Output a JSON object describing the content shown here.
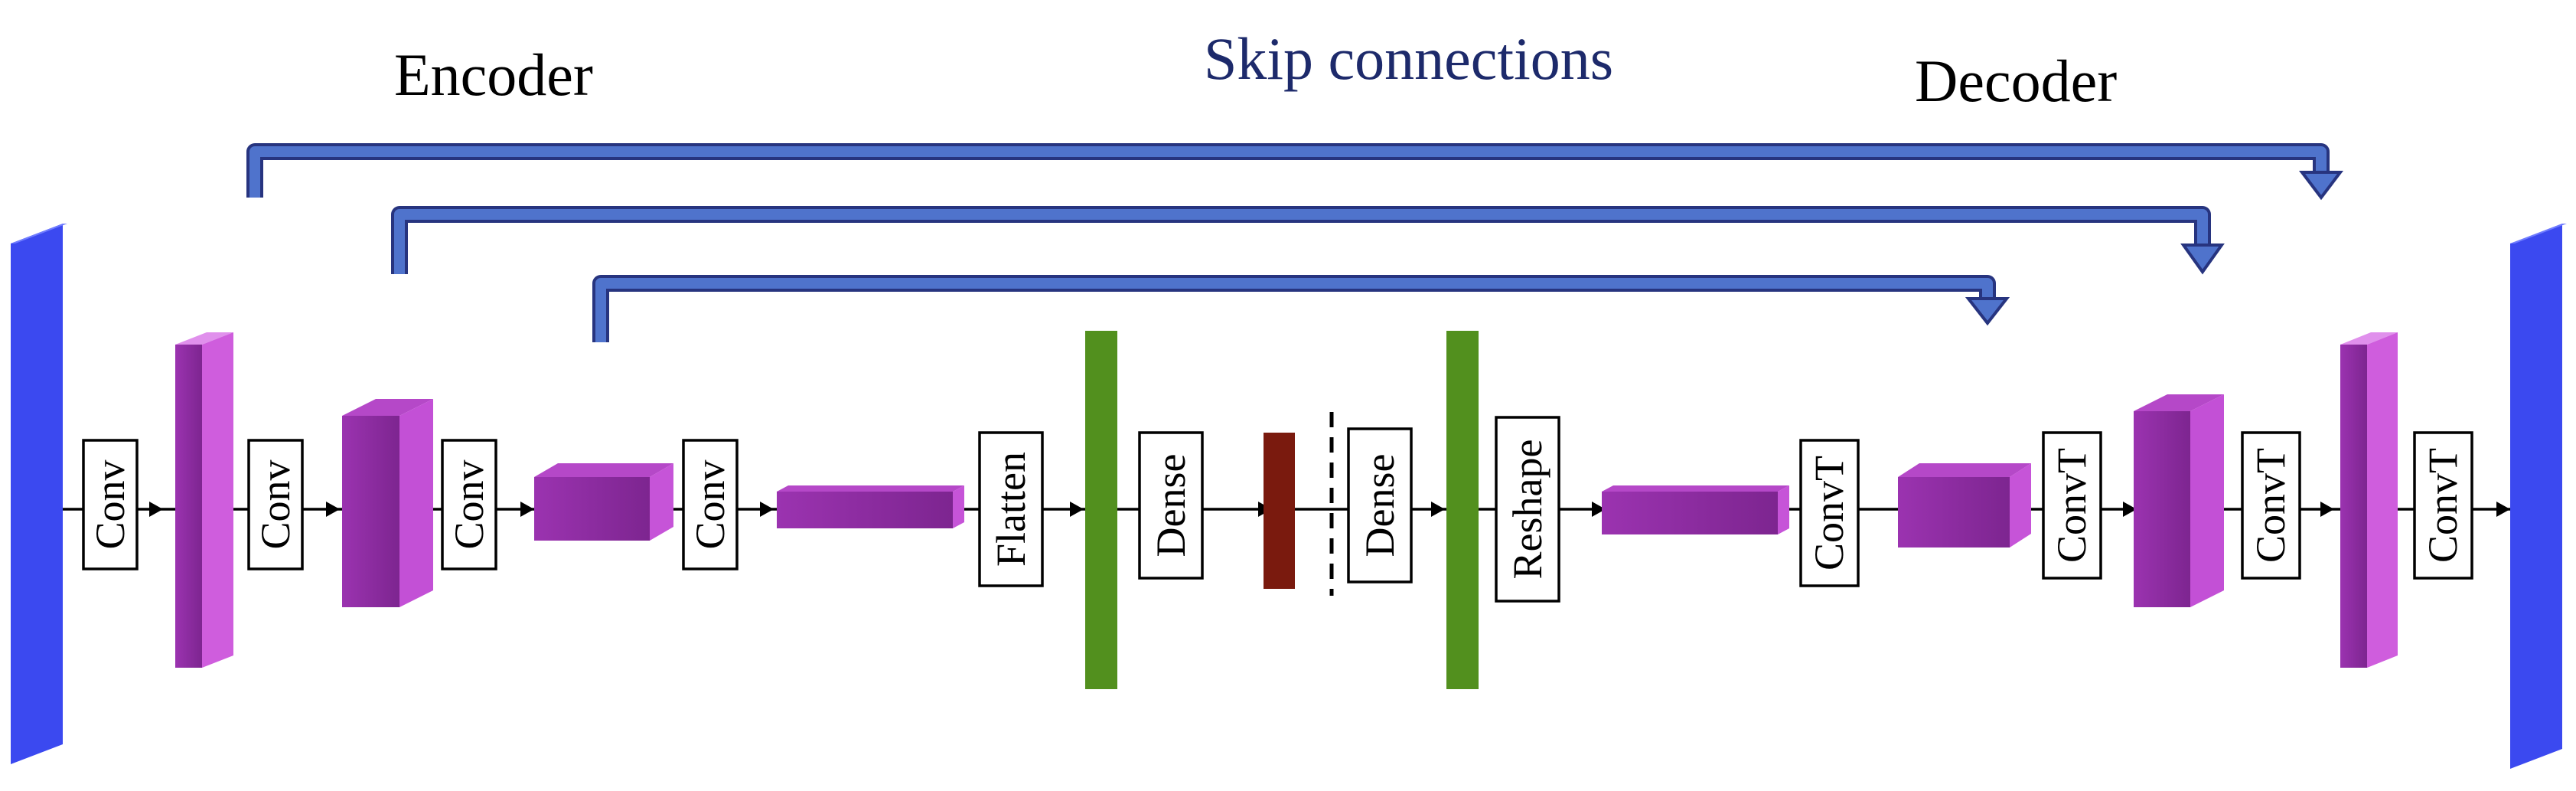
{
  "headers": {
    "encoder": "Encoder",
    "skip": "Skip connections",
    "decoder": "Decoder"
  },
  "layers": {
    "conv1": "Conv",
    "conv2": "Conv",
    "conv3": "Conv",
    "conv4": "Conv",
    "flatten": "Flatten",
    "dense1": "Dense",
    "dense2": "Dense",
    "reshape": "Reshape",
    "convt1": "ConvT",
    "convt2": "ConvT",
    "convt3": "ConvT",
    "convt4": "ConvT"
  },
  "colors": {
    "io_layer": "#3b49f0",
    "feature_block": "#8e2fa0",
    "dense_layer": "#52901e",
    "latent": "#7a1a0e",
    "skip_arrow": "#4f73cc",
    "skip_outline": "#27347f",
    "skip_text": "#1d2a6b"
  },
  "icons": {
    "io_layer": "rectangle-slab",
    "feature_block": "3d-cuboid",
    "dense_layer": "vertical-bar",
    "latent": "rectangle",
    "skip": "bent-arrow"
  }
}
